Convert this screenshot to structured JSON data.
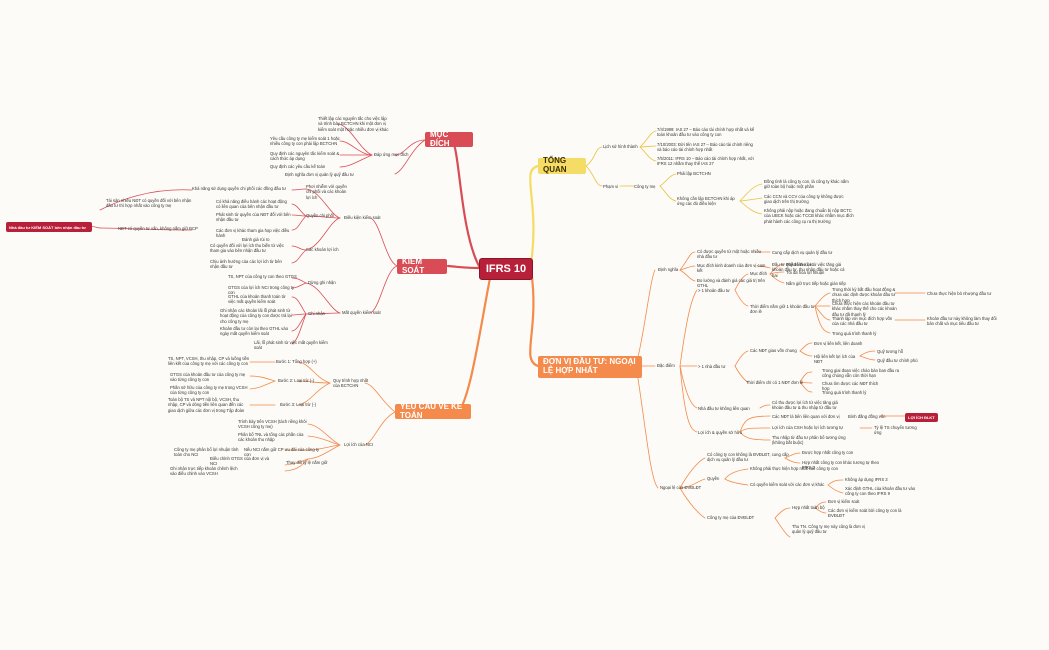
{
  "center": "IFRS 10",
  "topics": {
    "muc_dich": "MỤC ĐÍCH",
    "kiem_soat": "KIỂM SOÁT",
    "yeu_cau": "YÊU CẦU VỀ KẾ TOÁN",
    "tong_quan": "TỔNG QUAN",
    "don_vi": "ĐƠN VỊ ĐẦU TƯ: NGOẠI LỆ HỢP NHẤT"
  },
  "muc_dich": {
    "n1": "Thiết lập các nguyên tắc cho việc lập và trình bày BCTCHN khi một đơn vị kiểm soát một hoặc nhiều đơn vị khác",
    "n2": "Đáp ứng mục đích",
    "n3": "Yêu cầu công ty mẹ kiểm soát 1 hoặc nhiều công ty con phải lập BCTCHN",
    "n4": "Quy định các nguyên tắc kiểm soát & cách thức áp dụng",
    "n5": "Quy định các yêu cầu kế toán",
    "n6": "Định nghĩa đơn vị quản lý quỹ đầu tư"
  },
  "kiem_soat": {
    "outer_tag": "Nhà đầu tư KIỂM SOÁT bên nhận đầu tư",
    "outer1": "Có quyền đối với bên nhận đầu tư",
    "outer1b": "Tài sản nhiều NĐT có quyền đối với bên nhận đầu tư thì hợp nhất vào công ty mẹ",
    "outer2": "NĐT có quyền tư vấn, không nắm giữ BCP",
    "dk": "Điều kiện kiểm soát",
    "dk1": "Khả năng sử dụng quyền chi phối các đồng đầu tư",
    "dk1b": "Phơi nhiễm với quyền chi phối và các khoản lợi ích",
    "dk2": "Có khả năng điều hành các hoạt động có liên quan của bên nhận đầu tư",
    "dk2b": "Quyền chi phối",
    "dk3": "Phát sinh từ quyền của NĐT đối với bên nhận đầu tư",
    "dk4": "Các đơn vị khác tham gia họp việc điều hành",
    "dk5": "Đánh giá rủi ro",
    "dk5b": "Các khoản lợi ích",
    "dk6": "Có quyền đối với lợi ích thu biến từ việc tham gia vào bên nhận đầu tư",
    "dk7": "Chịu ảnh hưởng của các lợi ích từ bên nhận đầu tư",
    "mq": "Mất quyền kiểm soát",
    "mq_a": "Dừng ghi nhận",
    "mq1": "TS, NPT của công ty con theo GTGS",
    "mq2": "GTGS của lợi ích NCI trong công ty con",
    "mq_b": "Ghi nhận",
    "mq3": "GTHL của khoản thanh toán từ việc mất quyền kiểm soát",
    "mq4": "Ghi nhận các khoản lãi lỗ phát sinh từ hoạt động của công ty con được trả lại cho công ty mẹ",
    "mq5": "Khoản đầu tư còn lại theo GTHL vào ngày mất quyền kiểm soát",
    "mq6": "Lãi, lỗ phát sinh từ việc mất quyền kiểm soát"
  },
  "yeu_cau": {
    "qt": "Quy trình hợp nhất của BCTCHN",
    "b1": "Bước 1: Tổng hợp (+)",
    "b1a": "TS, NPT, VCSH, thu nhập, CP và luồng tiền liên kết của công ty mẹ với các công ty con",
    "b2": "Bước 2: Loại trừ (-)",
    "b2a": "GTGS của khoản đầu tư của công ty mẹ vào từng công ty con",
    "b2b": "Phần sở hữu của công ty mẹ trong VCSH của từng công ty con",
    "b3": "Bước 3: Loại trừ (-)",
    "b3a": "Toàn bộ TS và NPT nội bộ, VCSH, thu nhập, CP và dòng tiền liên quan đến các giao dịch giữa các đơn vị trong Tập đoàn",
    "nci": "Lợi ích của NCI",
    "nci1": "Trình bày trên VCSH (tách riêng khỏi VCSH công ty mẹ)",
    "nci2": "Phân bổ TNL và tổng các phần của các khoản thu nhập",
    "nci3": "Công ty mẹ phân bổ lợi nhuận tính toán cho NCI",
    "nci4": "Nếu NCI nắm giữ CP ưu đãi của công ty con",
    "nci5": "Điều chỉnh GTGS của đơn vị và NCI",
    "nci6": "Thay đổi tỷ lệ nắm giữ",
    "nci7": "Ghi nhận trực tiếp khoản chênh lệch vào điều chỉnh vào VCSH"
  },
  "tong_quan": {
    "ls": "Lịch sử hình thành",
    "ls1": "7/4/1989: IAS 27 – Báo cáo tài chính hợp nhất và kế toán khoản đầu tư vào công ty con",
    "ls2": "7/10/2003: Đời tên IAS 27 – Báo cáo tài chính riêng và báo cáo tài chính hợp nhất",
    "ls3": "7/5/2011: IFRS 10 – Báo cáo tài chính hợp nhất, với IFRS 12 nhằm thay thế IAS 27",
    "pv": "Phạm vi",
    "ctm": "Công ty mẹ",
    "ctm1": "Phải lập BCTCHN",
    "kl": "Không cần lập BCTCHN khi áp ứng các đủ điều kiện",
    "kl1": "Đồng tình là công ty con, là công ty khác nắm giữ toàn bộ hoặc một phần",
    "kl2": "Các CCN và CCV của công ty không được giao dịch trên thị trường",
    "kl3": "Không phải nộp hoặc đang chuẩn bị nộp BCTC của UBCK hoặc các TCCB khác nhằm mục đích phát hành các công cụ ra thị trường"
  },
  "don_vi": {
    "dn": "Định nghĩa",
    "dn1": "Có được quyền từ một hoặc nhiều nhà đầu tư",
    "dn1b": "Cung cấp dịch vụ quản lý đầu tư",
    "dn2": "Mục đích kinh doanh của đơn vị cam kết",
    "dn2b": "Đầu tư quỹ để thu lợi từ việc tăng giá khoản đầu tư, thu nhập đầu tư hoặc cả hai",
    "dn3": "Đo lường và đánh giá các giá trị trên GTHL",
    "dd": "Đặc điểm",
    "dd_a": "> 1 khoản đầu tư",
    "md": "Mục đích",
    "md1": "Phân tán rủi ro",
    "md2": "Tối đa hóa lợi nhuận",
    "md3": "Nắm giữ trực tiếp hoặc gián tiếp",
    "td": "Thời điểm nắm giữ 1 khoản đầu tư đơn lẻ",
    "td1": "Trong thời kỳ bắt đầu hoạt động & chưa xác định được khoản đầu tư thích hợp",
    "td1b": "Chưa thực hiện bỏ nhượng đầu tư",
    "td2": "Chưa thực hiện các khoản đầu tư khác nhằm thay thế cho các khoản đầu tư đã thanh lý",
    "td3": "Thành lập với mục đích hợp vốn của các nhà đầu tư",
    "td3b": "Khoản đầu tư này không làm thay đổi bản chất và mục tiêu đầu tư",
    "td4": "Trong quá trình thanh lý",
    "dd_b": "> 1 nhà đầu tư",
    "nlq": "Các NĐT giao vốn chung",
    "nlq1": "Đơn vị liên kết, liên doanh",
    "nlq2": "Hội liên kết lợi ích của NĐT",
    "nlq2a": "Quỹ tương hỗ",
    "nlq2b": "Quỹ đầu tư chính phủ",
    "tdn": "Thời điểm chỉ có 1 NĐT đơn lẻ",
    "tdn1": "Trong giai đoạn việc chào bán ban đầu ra công chúng vẫn còn thời hạn",
    "tdn2": "Chưa tìm được các NĐT thích hợp",
    "tdn3": "Trong quá trình thanh lý",
    "kkl": "Nhà đầu tư không liên quan",
    "kkl1": "Có thu được lợi ích từ việc tăng giá khoản đầu tư & thu nhập từ đầu tư",
    "lo": "Lợi ích & quyền sở hữu",
    "lo1": "Các NĐT là bên liên quan với đơn vị",
    "lo1b": "Bình đẳng đồng vốn",
    "lo_tag": "LỢI ÍCH ĐLKT",
    "lo2": "Lợi ích của CSH hoặc lợi ích tương tự",
    "lo2b": "Tỷ lệ TS chuyển tương ứng",
    "lo3": "Thu nhập từ đầu tư phân bổ tương ứng (không bắt buộc)",
    "nl": "Ngoại lệ của ĐVĐLĐT",
    "nl1": "Có công ty con không là ĐVĐLĐT, cung cấp dịch vụ quản lý đầu tư",
    "nl1a": "Được hợp nhất công ty con",
    "nl1b": "Hợp nhất công ty con khác tương tự theo IFRS 3",
    "nl2": "Quyền",
    "nl2a": "Không phải thực hiện hợp nhất các công ty con",
    "nl2b": "Có quyền kiểm soát với các đơn vị khác",
    "nl2c": "Không áp dụng IFRS 3",
    "nl2d": "Xác định GTHL của khoản đầu tư vào công ty con theo IFRS 9",
    "nl3": "Công ty mẹ của ĐVĐLĐT",
    "nl3a": "Hợp nhất toàn bộ",
    "nl3b": "Đơn vị kiểm soát",
    "nl3c": "Các đơn vị kiểm soát bởi công ty con là ĐVĐLĐT",
    "nl3d": "Thu TN. Công ty mẹ này cũng là đơn vị quản lý quỹ đầu tư"
  },
  "colors": {
    "red": "#d94c55",
    "orange": "#f48a4b",
    "yellow": "#f4dc67",
    "center": "#b8203a"
  }
}
